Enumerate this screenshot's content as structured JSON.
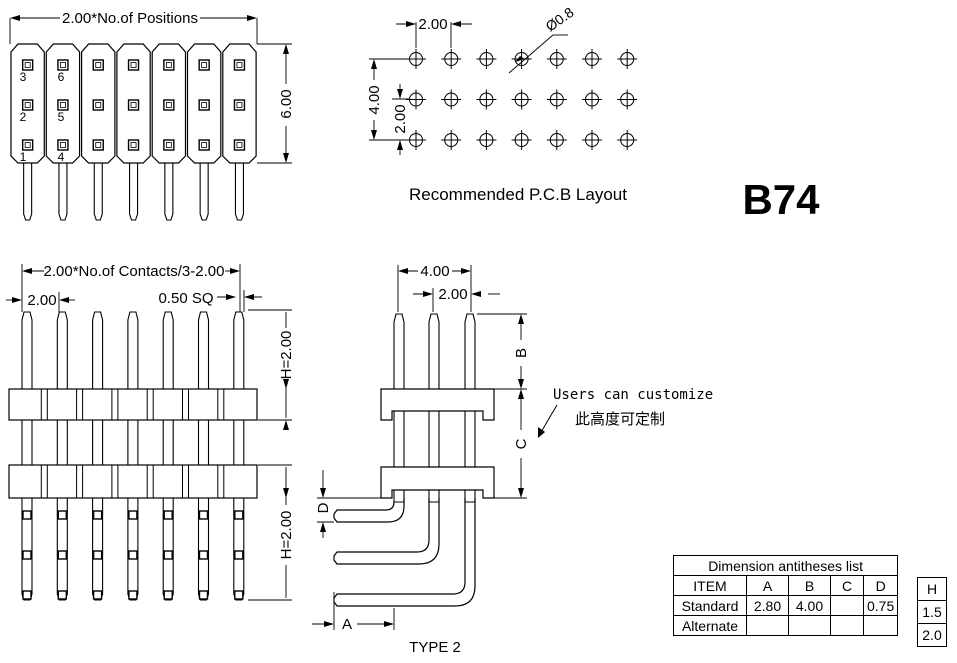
{
  "top_view": {
    "width_label": "2.00*No.of Positions",
    "height_label": "6.00",
    "pin_numbers_left": [
      "3",
      "2",
      "1"
    ],
    "pin_numbers_second": [
      "6",
      "5",
      "4"
    ]
  },
  "pcb_layout": {
    "pitch_label": "2.00",
    "hole_label": "Ø0.8",
    "row_span_label": "4.00",
    "row_pitch_label": "2.00",
    "caption": "Recommended P.C.B Layout"
  },
  "part_code": "B74",
  "front_view": {
    "overall_label": "2.00*No.of Contacts/3-2.00",
    "pitch_label": "2.00",
    "pin_size_label": "0.50 SQ",
    "h_upper_label": "H=2.00",
    "h_lower_label": "H=2.00"
  },
  "side_view": {
    "width_label": "4.00",
    "pitch_label": "2.00",
    "b_label": "B",
    "c_label": "C",
    "d_label": "D",
    "a_label": "A",
    "type_label": "TYPE 2",
    "note_en": "Users can customize",
    "note_cn": "此高度可定制"
  },
  "dimension_table": {
    "title": "Dimension antitheses list",
    "headers": [
      "ITEM",
      "A",
      "B",
      "C",
      "D"
    ],
    "rows": [
      [
        "Standard",
        "2.80",
        "4.00",
        "",
        "0.75"
      ],
      [
        "Alternate",
        "",
        "",
        "",
        ""
      ]
    ]
  },
  "h_table": {
    "header": "H",
    "values": [
      "1.5",
      "2.0"
    ]
  }
}
